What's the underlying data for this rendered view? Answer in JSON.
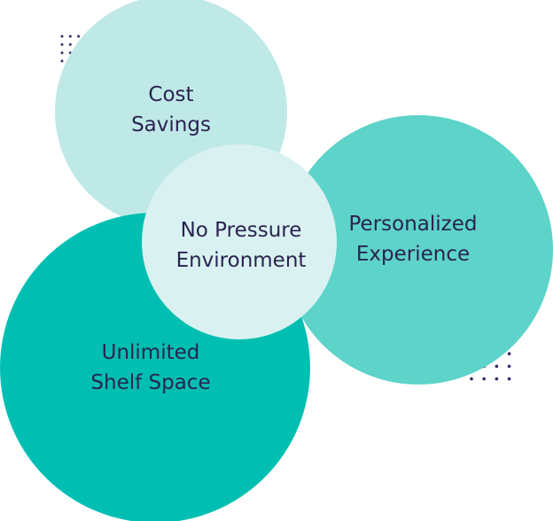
{
  "circles": [
    {
      "id": "cost",
      "lines": [
        "Cost",
        "Savings"
      ],
      "color": "#bfe9e7"
    },
    {
      "id": "personal",
      "lines": [
        "Personalized",
        "Experience"
      ],
      "color": "#5dd3c9"
    },
    {
      "id": "shelf",
      "lines": [
        "Unlimited",
        "Shelf Space"
      ],
      "color": "#00bfb2"
    },
    {
      "id": "pressure",
      "lines": [
        "No Pressure",
        "Environment"
      ],
      "color": "#d9f2f1"
    }
  ],
  "dot_color": "#3b2a6b",
  "text_color": "#2b2350"
}
